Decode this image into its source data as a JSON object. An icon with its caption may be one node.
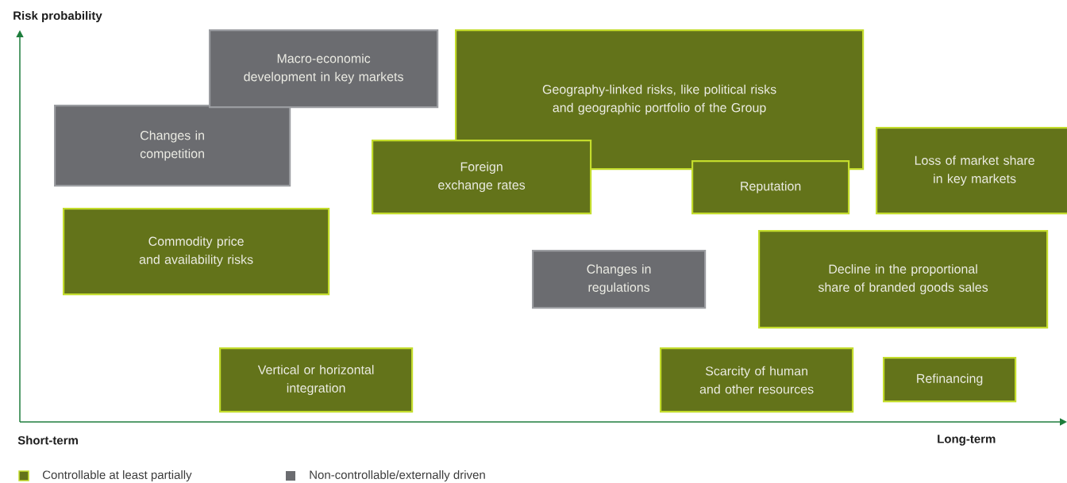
{
  "diagram": {
    "nodes": [
      {
        "text": [
          "Macro-economic development in key markets"
        ]
      },
      {
        "text": [
          "Geography-linked risks, like political risks and geographic portfolio of the Group"
        ]
      },
      {
        "text": [
          "Changes in competition"
        ]
      },
      {
        "text": [
          "Foreign exchange rates"
        ]
      },
      {
        "text": [
          "Reputation"
        ]
      },
      {
        "text": [
          "Loss of market share in key markets"
        ]
      },
      {
        "text": [
          "Commodity price and availability risks"
        ]
      },
      {
        "text": [
          "Changes in regulations"
        ]
      },
      {
        "text": [
          "Decline in the proportional share of branded goods sales"
        ]
      },
      {
        "text": [
          "Vertical or horizontal integration"
        ]
      },
      {
        "text": [
          "Scarcity of human and other resources"
        ]
      },
      {
        "text": [
          "Refinancing"
        ]
      }
    ],
    "labels": [
      "Risk probability",
      "Short-term",
      "Long-term"
    ],
    "legend": [
      {
        "text": "Controllable at least partially",
        "color": "#63731a"
      },
      {
        "text": "Non-controllable/externally driven",
        "color": "#6b6c70"
      }
    ]
  }
}
